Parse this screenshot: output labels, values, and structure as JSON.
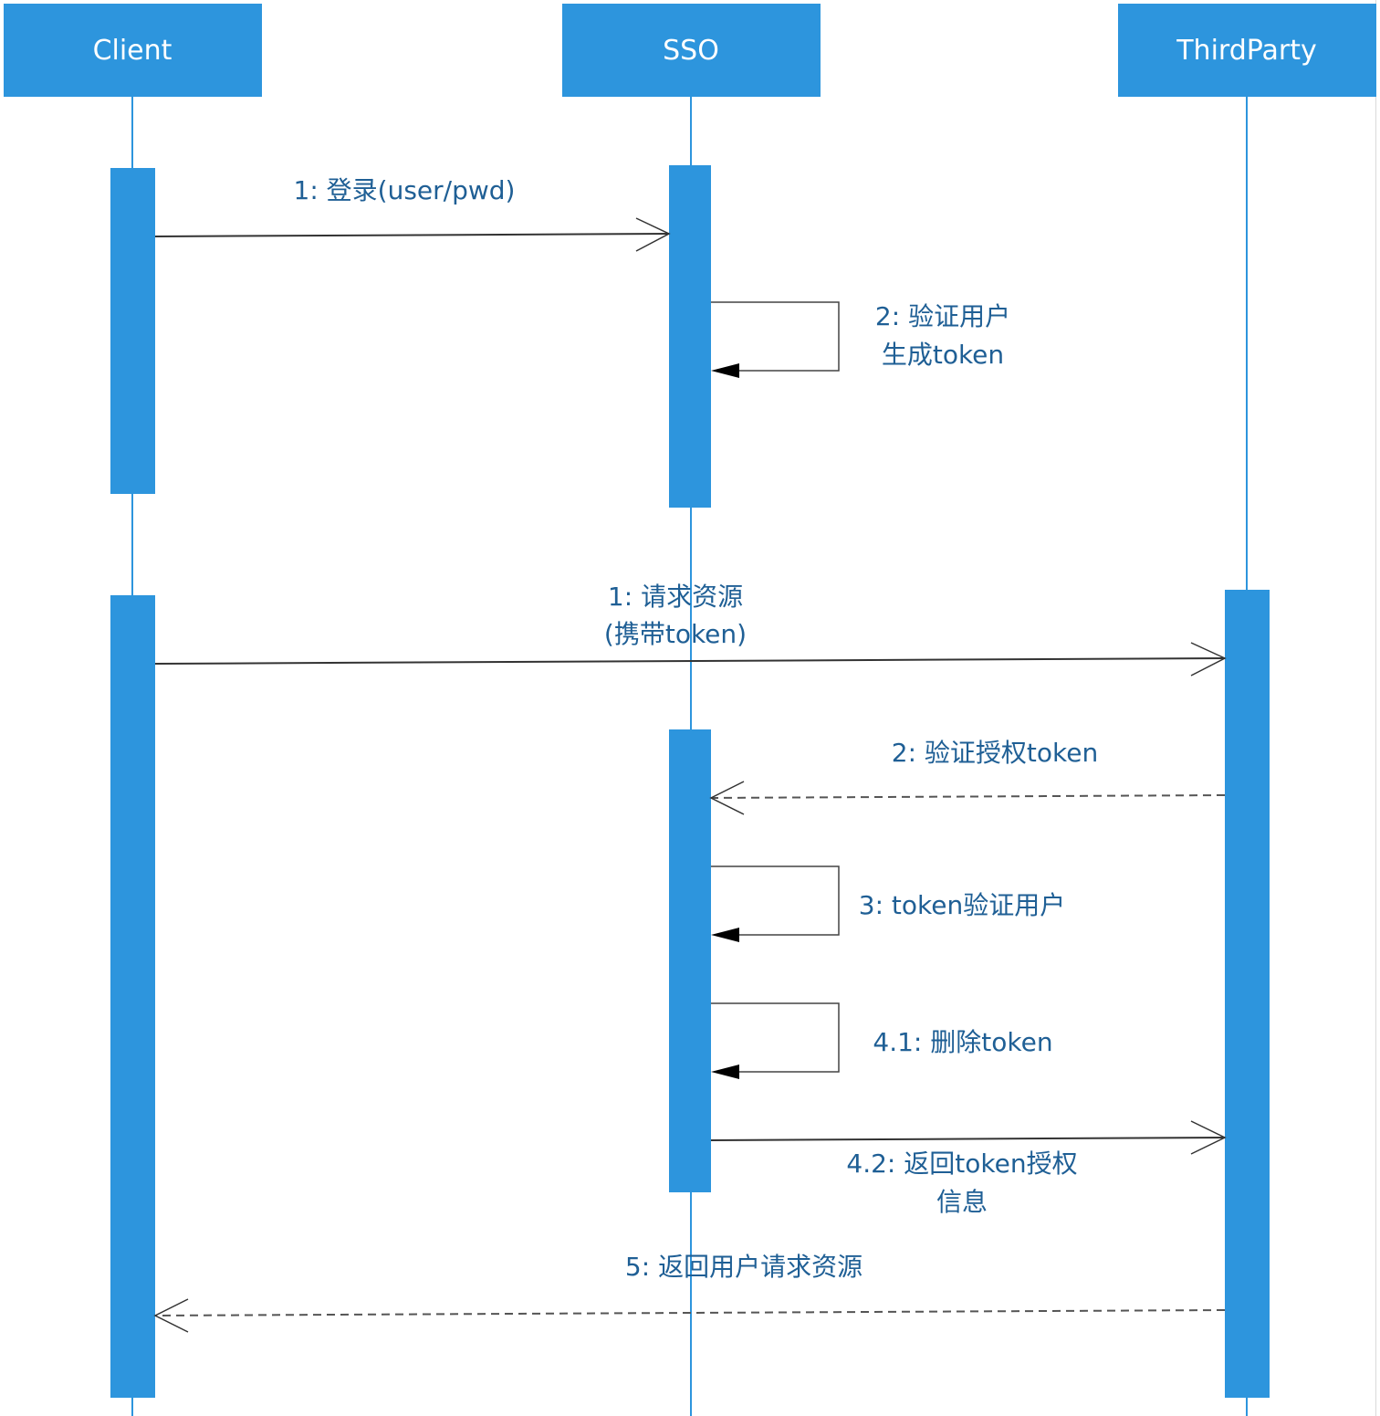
{
  "diagram": {
    "type": "sequence",
    "colors": {
      "participant_fill": "#2d95dd",
      "participant_text": "#ffffff",
      "lifeline": "#2d95dd",
      "activation": "#2d95dd",
      "message_line": "#333333",
      "label_text": "#1f5f95"
    },
    "participants": [
      {
        "id": "client",
        "label": "Client"
      },
      {
        "id": "sso",
        "label": "SSO"
      },
      {
        "id": "thirdparty",
        "label": "ThirdParty"
      }
    ],
    "activations": [
      {
        "participant": "client",
        "order": 1
      },
      {
        "participant": "sso",
        "order": 1
      },
      {
        "participant": "client",
        "order": 2
      },
      {
        "participant": "thirdparty",
        "order": 1
      },
      {
        "participant": "sso",
        "order": 2
      }
    ],
    "messages": [
      {
        "id": "m1",
        "from": "client",
        "to": "sso",
        "style": "solid",
        "arrow": "open",
        "lines": [
          "1: 登录(user/pwd)"
        ]
      },
      {
        "id": "m2",
        "from": "sso",
        "to": "sso",
        "style": "self",
        "arrow": "filled",
        "lines": [
          "2: 验证用户",
          "生成token"
        ]
      },
      {
        "id": "m3",
        "from": "client",
        "to": "thirdparty",
        "style": "solid",
        "arrow": "open",
        "lines": [
          "1: 请求资源",
          "(携带token)"
        ]
      },
      {
        "id": "m4",
        "from": "thirdparty",
        "to": "sso",
        "style": "dashed",
        "arrow": "open",
        "lines": [
          "2: 验证授权token"
        ]
      },
      {
        "id": "m5",
        "from": "sso",
        "to": "sso",
        "style": "self",
        "arrow": "filled",
        "lines": [
          "3: token验证用户"
        ]
      },
      {
        "id": "m6",
        "from": "sso",
        "to": "sso",
        "style": "self",
        "arrow": "filled",
        "lines": [
          "4.1: 删除token"
        ]
      },
      {
        "id": "m7",
        "from": "sso",
        "to": "thirdparty",
        "style": "solid",
        "arrow": "open",
        "lines": [
          "4.2: 返回token授权",
          "信息"
        ]
      },
      {
        "id": "m8",
        "from": "thirdparty",
        "to": "client",
        "style": "dashed",
        "arrow": "open",
        "lines": [
          "5: 返回用户请求资源"
        ]
      }
    ]
  }
}
